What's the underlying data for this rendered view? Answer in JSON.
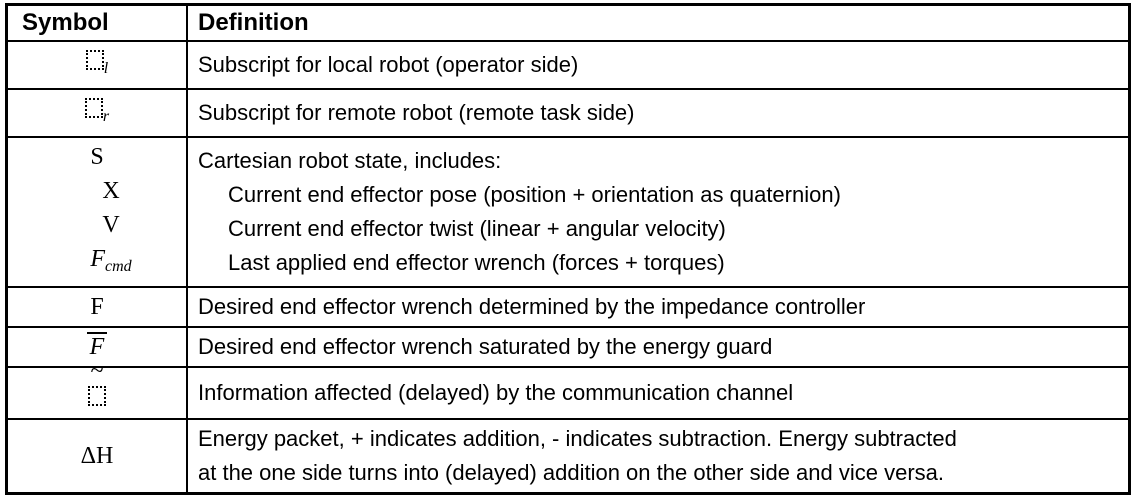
{
  "page": {
    "background_color": "#ffffff",
    "text_color": "#000000",
    "border_color": "#000000"
  },
  "table": {
    "header": {
      "symbol_label": "Symbol",
      "definition_label": "Definition"
    },
    "rows": [
      {
        "symbol": [
          {
            "kind": "box-sub",
            "sub": "l"
          }
        ],
        "definition": [
          {
            "text": "Subscript for local robot (operator side)",
            "indent": false
          }
        ]
      },
      {
        "symbol": [
          {
            "kind": "box-sub",
            "sub": "r"
          }
        ],
        "definition": [
          {
            "text": "Subscript for remote robot (remote task side)",
            "indent": false
          }
        ]
      },
      {
        "symbol": [
          {
            "kind": "text",
            "text": "S",
            "nested": false
          },
          {
            "kind": "text",
            "text": "X",
            "nested": true
          },
          {
            "kind": "text",
            "text": "V",
            "nested": true
          },
          {
            "kind": "math-sub",
            "main": "F",
            "sub": "cmd",
            "nested": true
          }
        ],
        "definition": [
          {
            "text": "Cartesian robot state, includes:",
            "indent": false
          },
          {
            "text": "Current end effector pose (position + orientation as quaternion)",
            "indent": true
          },
          {
            "text": "Current end effector twist (linear + angular velocity)",
            "indent": true
          },
          {
            "text": "Last applied end effector wrench (forces + torques)",
            "indent": true
          }
        ]
      },
      {
        "symbol": [
          {
            "kind": "text",
            "text": "F",
            "nested": false
          }
        ],
        "definition": [
          {
            "text": "Desired end effector wrench determined by the impedance controller",
            "indent": false
          }
        ]
      },
      {
        "symbol": [
          {
            "kind": "overbar",
            "main": "F"
          }
        ],
        "definition": [
          {
            "text": "Desired end effector wrench saturated by the energy guard",
            "indent": false
          }
        ]
      },
      {
        "symbol": [
          {
            "kind": "box-tilde",
            "accent": "~"
          }
        ],
        "definition": [
          {
            "text": "Information affected (delayed) by the communication channel",
            "indent": false
          }
        ]
      },
      {
        "symbol": [
          {
            "kind": "text",
            "text": "ΔH",
            "nested": false
          }
        ],
        "definition": [
          {
            "text": "Energy packet, + indicates addition, - indicates subtraction. Energy subtracted",
            "indent": false
          },
          {
            "text": "at the one side turns into (delayed) addition on the other side and vice versa.",
            "indent": false
          }
        ]
      }
    ]
  }
}
